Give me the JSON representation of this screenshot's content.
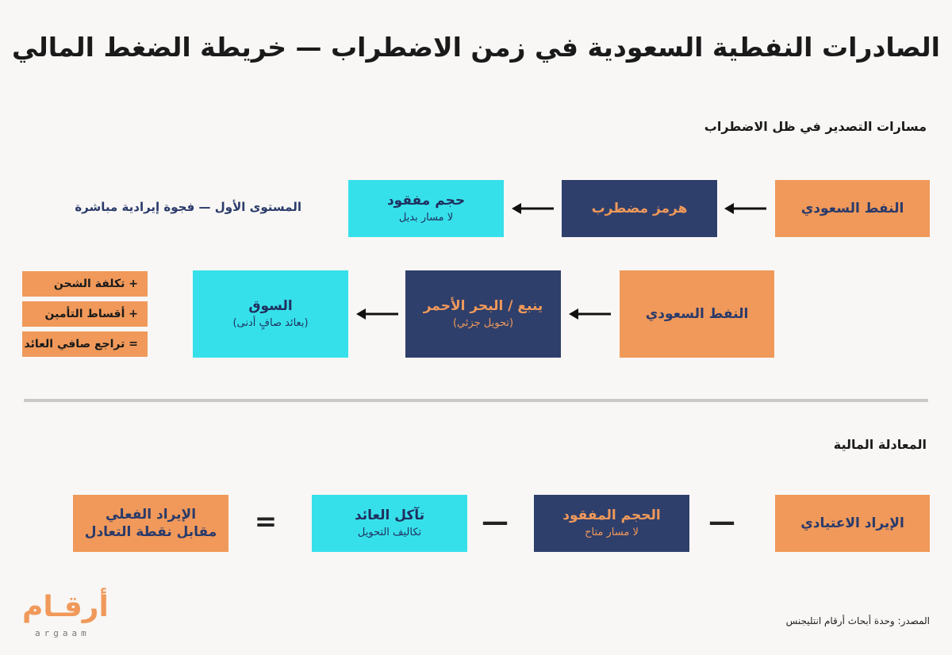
{
  "title": "الصادرات النفطية السعودية في زمن الاضطراب — خريطة الضغط المالي",
  "section_routes": "مسارات التصدير في ظل الاضطراب",
  "row1": {
    "source": "النفط السعودي",
    "middle": "هرمز مضطرب",
    "dest_main": "حجم مفقود",
    "dest_sub": "لا مسار بديل",
    "note": "المستوى الأول — فجوة إيرادية مباشرة"
  },
  "row2": {
    "source": "النفط السعودي",
    "middle_main": "ينبع / البحر الأحمر",
    "middle_sub": "(تحويل جزئي)",
    "dest_main": "السوق",
    "dest_sub": "(بعائد صافٍ أدنى)"
  },
  "cost_chips": [
    "+  تكلفة الشحن",
    "+  أقساط التأمين",
    "= تراجع صافي العائد"
  ],
  "section_equation": "المعادلة المالية",
  "equation": {
    "term1": "الإيراد الاعتيادي",
    "op1": "—",
    "term2_main": "الحجم المفقود",
    "term2_sub": "لا مسار متاح",
    "op2": "—",
    "term3_main": "تآكل العائد",
    "term3_sub": "تكاليف التحويل",
    "op3": "=",
    "result_main": "الإيراد الفعلي",
    "result_sub": "مقابل نقطة التعادل"
  },
  "source_note": "المصدر: وحدة أبحاث أرقام انتليجنس",
  "logo": {
    "arabic": "أرقـام",
    "latin": "argaam"
  },
  "colors": {
    "orange": "#f0995a",
    "navy": "#2f3f6b",
    "cyan": "#36e0ea"
  }
}
